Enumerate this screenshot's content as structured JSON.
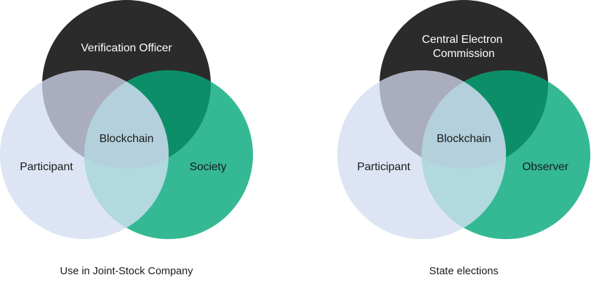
{
  "colors": {
    "top": "#2b2b2b",
    "left": "#dde5f4",
    "right": "#34b994",
    "top_right_overlap": "#0c8f69",
    "top_left_overlap": "#a9adbd",
    "left_right_overlap": "#b2d9e0",
    "center_overlap": "#b3d0dc"
  },
  "diagrams": [
    {
      "top_label": [
        "Verification Officer"
      ],
      "left_label": "Participant",
      "right_label": "Society",
      "center_label": "Blockchain",
      "caption": "Use in Joint-Stock Company"
    },
    {
      "top_label": [
        "Central Electron",
        "Commission"
      ],
      "left_label": "Participant",
      "right_label": "Observer",
      "center_label": "Blockchain",
      "caption": "State elections"
    }
  ]
}
